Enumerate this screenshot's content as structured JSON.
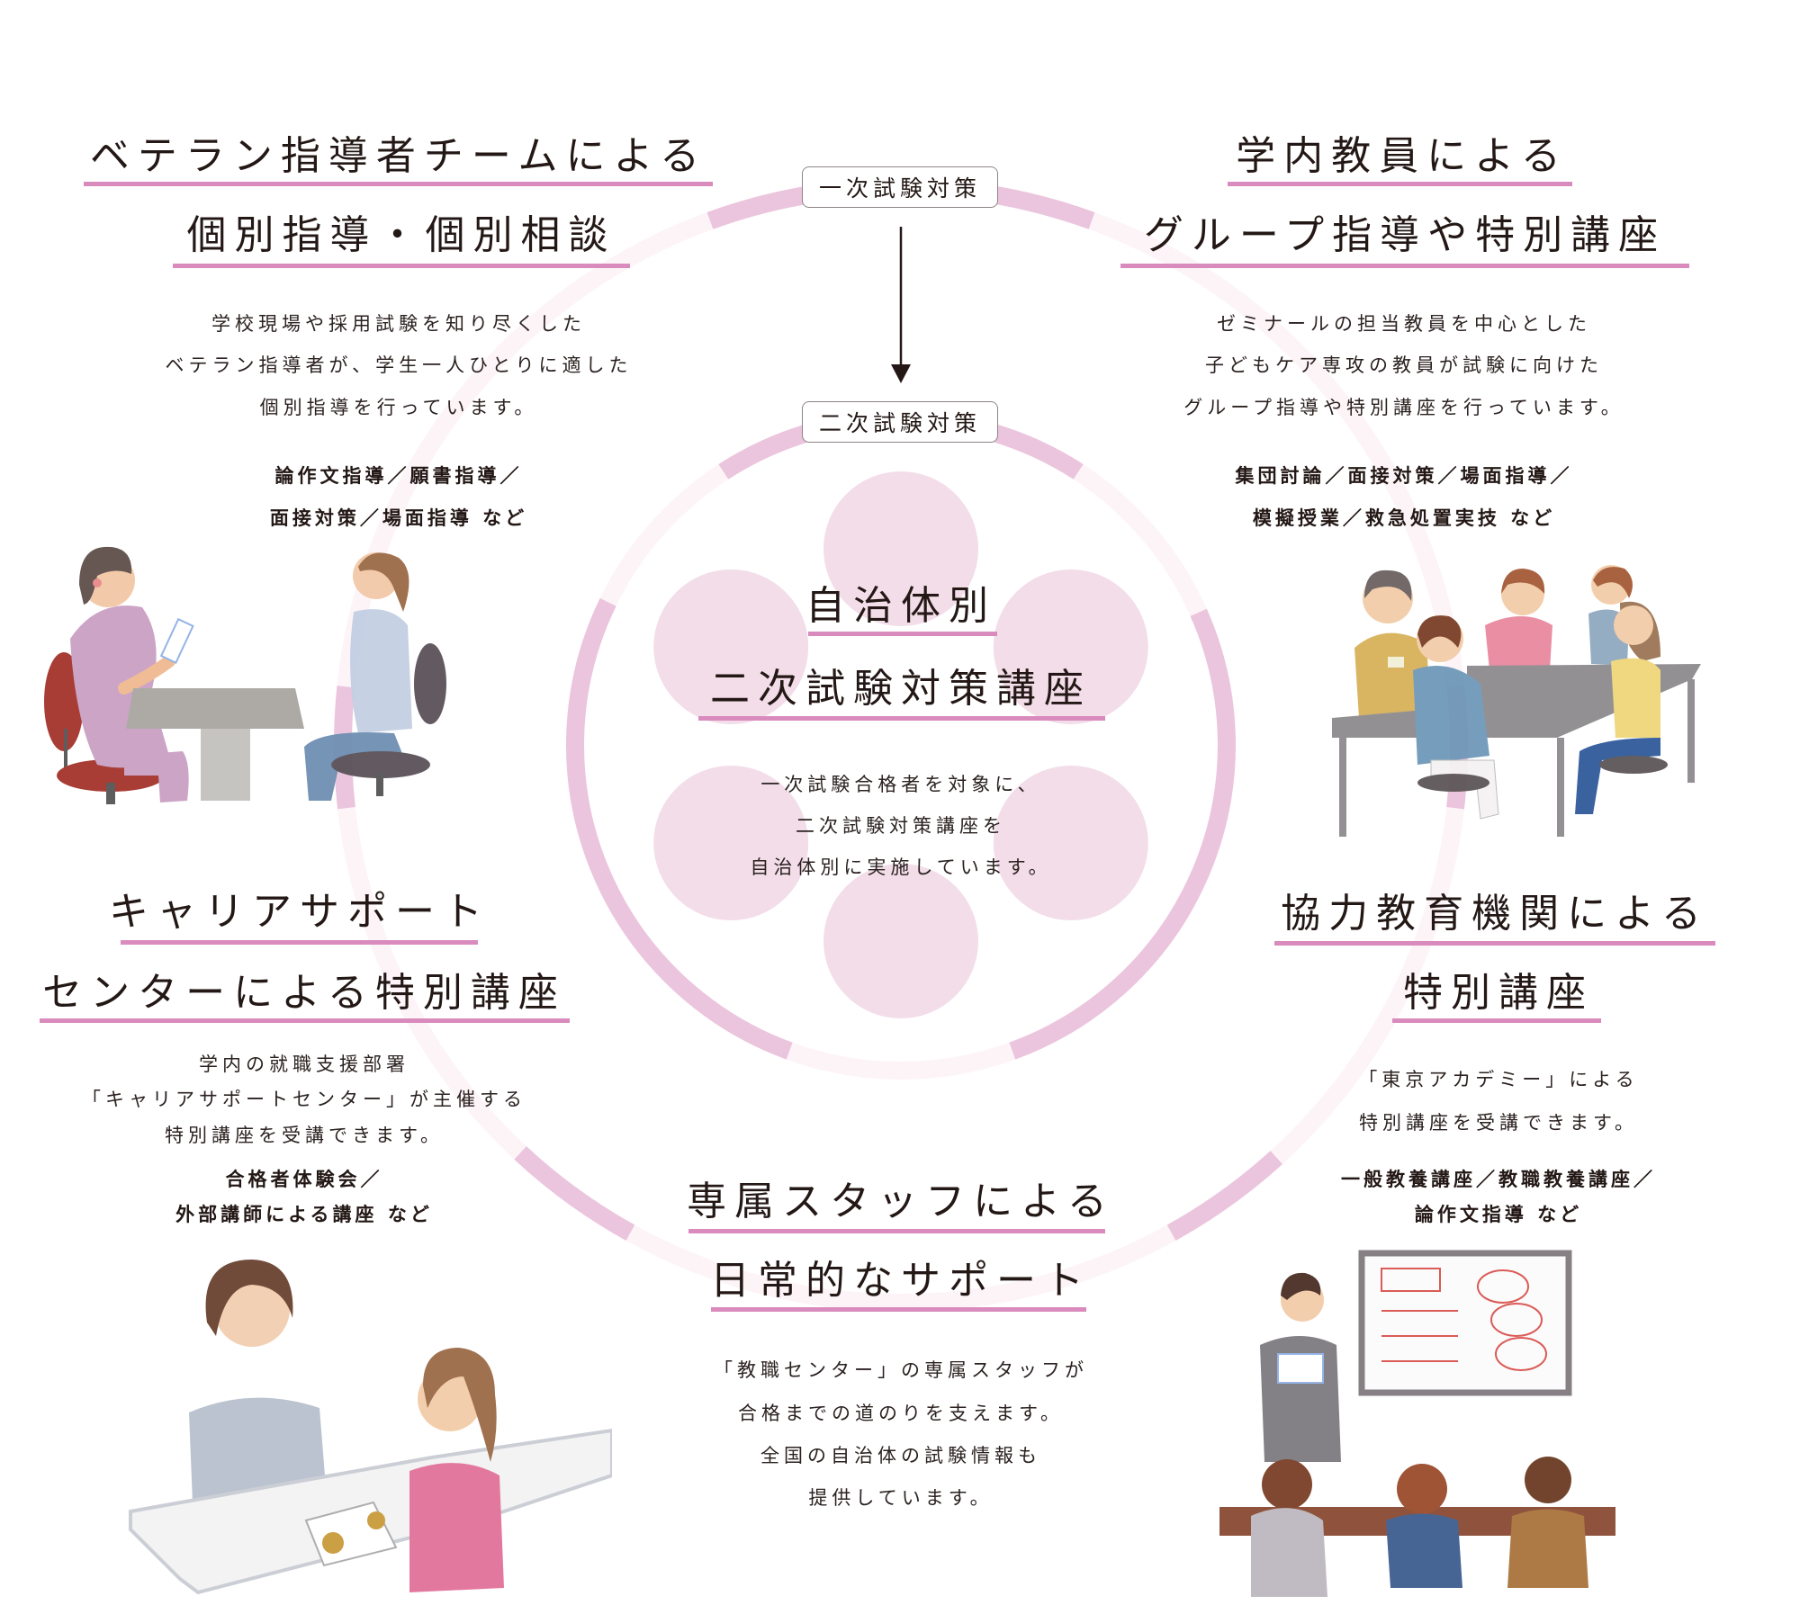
{
  "colors": {
    "ring": "#ebc5dd",
    "ring_faint": "#fdf4f8",
    "petal": "#f2dde9",
    "underline": "#d98bbd",
    "text": "#231815"
  },
  "flow": {
    "first_stage_label": "一次試験対策",
    "second_stage_label": "二次試験対策",
    "arrow_icon": "arrow-down-icon"
  },
  "center": {
    "title_line1": "自治体別",
    "title_line2": "二次試験対策講座",
    "body": [
      "一次試験合格者を対象に、",
      "二次試験対策講座を",
      "自治体別に実施しています。"
    ]
  },
  "sections": {
    "veteran": {
      "title_line1": "ベテラン指導者チームによる",
      "title_line2": "個別指導・個別相談",
      "body": [
        "学校現場や採用試験を知り尽くした",
        "ベテラン指導者が、学生一人ひとりに適した",
        "個別指導を行っています。"
      ],
      "items": [
        "論作文指導／願書指導／",
        "面接対策／場面指導 など"
      ]
    },
    "faculty": {
      "title_line1": "学内教員による",
      "title_line2": "グループ指導や特別講座",
      "body": [
        "ゼミナールの担当教員を中心とした",
        "子どもケア専攻の教員が試験に向けた",
        "グループ指導や特別講座を行っています。"
      ],
      "items": [
        "集団討論／面接対策／場面指導／",
        "模擬授業／救急処置実技 など"
      ]
    },
    "career": {
      "title_line1": "キャリアサポート",
      "title_line2": "センターによる特別講座",
      "body": [
        "学内の就職支援部署",
        "「キャリアサポートセンター」が主催する",
        "特別講座を受講できます。"
      ],
      "items": [
        "合格者体験会／",
        "外部講師による講座 など"
      ]
    },
    "partner": {
      "title_line1": "協力教育機関による",
      "title_line2": "特別講座",
      "body": [
        "「東京アカデミー」による",
        "特別講座を受講できます。"
      ],
      "items": [
        "一般教養講座／教職教養講座／",
        "論作文指導 など"
      ]
    },
    "staff": {
      "title_line1": "専属スタッフによる",
      "title_line2": "日常的なサポート",
      "body": [
        "「教職センター」の専属スタッフが",
        "合格までの道のりを支えます。",
        "全国の自治体の試験情報も",
        "提供しています。"
      ]
    }
  }
}
